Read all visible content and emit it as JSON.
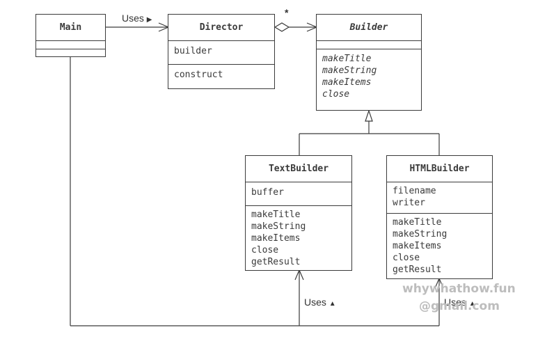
{
  "classes": {
    "main": {
      "name": "Main"
    },
    "director": {
      "name": "Director",
      "fields": [
        "builder"
      ],
      "methods": [
        "construct"
      ]
    },
    "builder": {
      "name": "Builder",
      "methods": [
        "makeTitle",
        "makeString",
        "makeItems",
        "close"
      ]
    },
    "text_builder": {
      "name": "TextBuilder",
      "fields": [
        "buffer"
      ],
      "methods": [
        "makeTitle",
        "makeString",
        "makeItems",
        "close",
        "getResult"
      ]
    },
    "html_builder": {
      "name": "HTMLBuilder",
      "fields": [
        "filename",
        "writer"
      ],
      "methods": [
        "makeTitle",
        "makeString",
        "makeItems",
        "close",
        "getResult"
      ]
    }
  },
  "labels": {
    "uses_top": "Uses",
    "uses_top_arrow": "▶",
    "uses_bottom": "Uses",
    "uses_bottom_arrow": "▲",
    "uses_bottom_right": "Uses",
    "uses_bottom_right_arrow": "▲",
    "multiplicity": "*"
  },
  "watermark": {
    "line1": "whywhathow.fun",
    "line2": "@gmail.com"
  }
}
